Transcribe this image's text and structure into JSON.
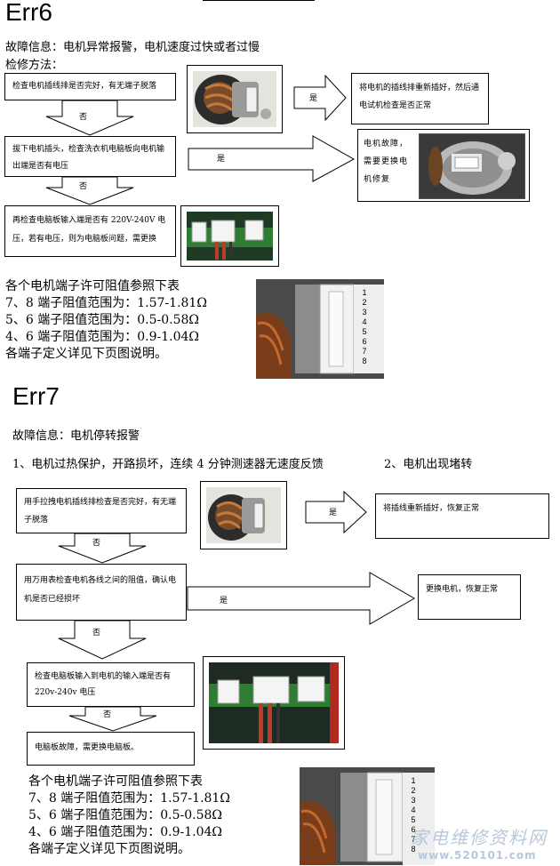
{
  "err6": {
    "code": "Err6",
    "fault_info": "故障信息：电机异常报警，电机速度过快或者过慢",
    "repair_method": "检修方法：",
    "step1": "检查电机插线排是否完好，有无端子脱落",
    "yes_label": "是",
    "no_label": "否",
    "result1": "将电机的插线排重新插好，然后通电试机检查是否正常",
    "step2": "拔下电机插头，检查洗衣机电脑板向电机输出端是否有电压",
    "result2": "电机故障，需要更换电机修复",
    "step3": "再检查电脑板输入端是否有 220V-240V 电压，若有电压，则为电脑板问题，需更换",
    "resistance": {
      "title": "各个电机端子许可阻值参照下表",
      "line1": "7、8 端子阻值范围为：1.57-1.81Ω",
      "line2": "5、6 端子阻值范围为：0.5-0.58Ω",
      "line3": "4、6 端子阻值范围为：0.9-1.04Ω",
      "note": "各端子定义详见下页图说明。"
    },
    "terminal_numbers": [
      "1",
      "2",
      "3",
      "4",
      "5",
      "6",
      "7",
      "8"
    ]
  },
  "err7": {
    "code": "Err7",
    "fault_info": "故障信息：电机停转报警",
    "cause1": "1、电机过热保护，开路损坏，连续 4 分钟测速器无速度反馈",
    "cause2": "2、电机出现堵转",
    "step1": "用手拉拽电机插线排检查是否完好，有无端子脱落",
    "yes_label": "是",
    "no_label": "否",
    "result1": "将插线重新插好，恢复正常",
    "step2": "用万用表检查电机各线之间的阻值，确认电机是否已经损坏",
    "result2": "更换电机，恢复正常",
    "step3": "检查电脑板输入到电机的输入端是否有 220v-240v 电压",
    "step4": "电脑板故障，需更换电脑板。",
    "resistance": {
      "title": "各个电机端子许可阻值参照下表",
      "line1": "7、8 端子阻值范围为：1.57-1.81Ω",
      "line2": "5、6 端子阻值范围为：0.5-0.58Ω",
      "line3": "4、6 端子阻值范围为：0.9-1.04Ω",
      "note": "各端子定义详见下页图说明。"
    },
    "terminal_numbers": [
      "1",
      "2",
      "3",
      "4",
      "5",
      "6",
      "7",
      "8"
    ]
  },
  "watermark": {
    "cn": "家电维修资料网",
    "url": "www.520101.com"
  },
  "colors": {
    "text": "#000000",
    "arrow_fill": "#ffffff",
    "watermark": "#b9c7d8",
    "wire_red": "#c0392b",
    "pcb_green": "#2e7d32"
  }
}
